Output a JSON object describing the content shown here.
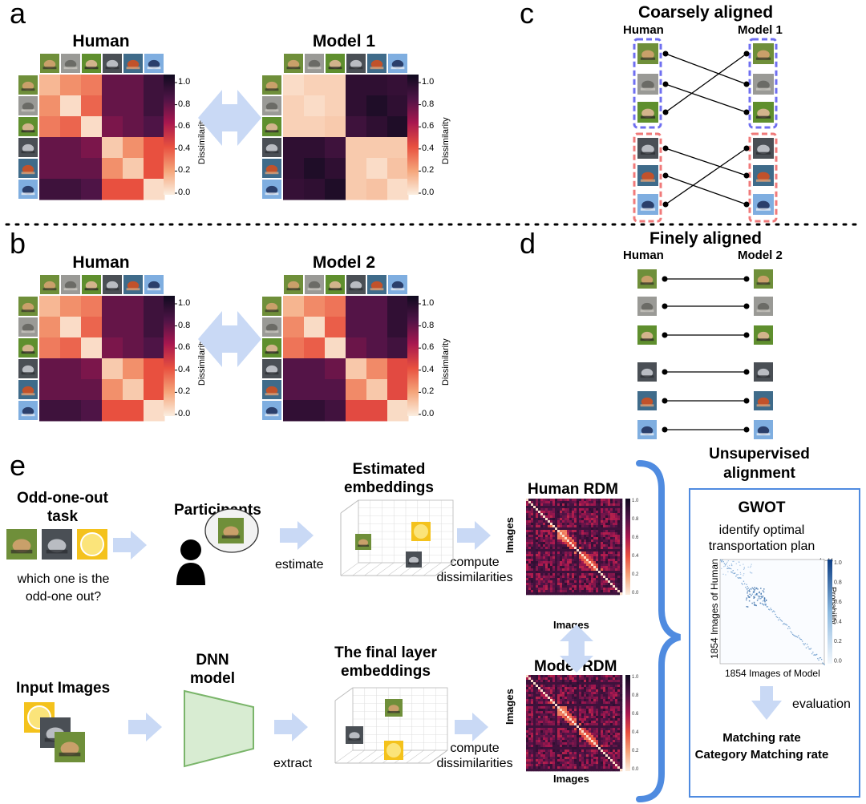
{
  "panels": {
    "a": "a",
    "b": "b",
    "c": "c",
    "d": "d",
    "e": "e"
  },
  "panel_a": {
    "left_title": "Human",
    "right_title": "Model 1"
  },
  "panel_b": {
    "left_title": "Human",
    "right_title": "Model 2"
  },
  "colorbar": {
    "label": "Dissimilarity",
    "ticks": [
      "1.0",
      "0.8",
      "0.6",
      "0.4",
      "0.2",
      "0.0"
    ]
  },
  "panel_c": {
    "title": "Coarsely aligned",
    "left": "Human",
    "right": "Model 1"
  },
  "panel_d": {
    "title": "Finely aligned",
    "left": "Human",
    "right": "Model 2"
  },
  "panel_e": {
    "task_title": "Odd-one-out\ntask",
    "task_question": "which one is the\nodd-one out?",
    "participants": "Participants",
    "estimate": "estimate",
    "estimated_embeddings": "Estimated\nembeddings",
    "compute1": "compute\ndissimilarities",
    "human_rdm": "Human RDM",
    "model_rdm": "Model RDM",
    "images": "Images",
    "input_images": "Input Images",
    "dnn_model": "DNN\nmodel",
    "extract": "extract",
    "final_layer": "The final layer\nembeddings",
    "compute2": "compute\ndissimilarities",
    "unsupervised": "Unsupervised\nalignment",
    "gwot": "GWOT",
    "gwot_desc": "identify optimal\ntransportation plan",
    "gw_y": "1854 Images of Human",
    "gw_x": "1854 Images of Model",
    "gw_cb_label": "Probability",
    "gw_cb_exp": "1e−14",
    "gw_cb_ticks": [
      "1.0",
      "0.8",
      "0.6",
      "0.4",
      "0.2",
      "0.0"
    ],
    "rdm_cb_ticks": [
      "1.0",
      "0.8",
      "0.6",
      "0.4",
      "0.2",
      "0.0"
    ],
    "evaluation": "evaluation",
    "matching_rate": "Matching rate",
    "category_matching_rate": "Category Matching rate"
  },
  "colors": {
    "arrow": "#c9d9f5",
    "bracket": "#4f8be0",
    "box": "#4f8be0",
    "blue_dash": "#6f6ff0",
    "red_dash": "#f07a7a",
    "dnn": "#d8ecd2"
  }
}
